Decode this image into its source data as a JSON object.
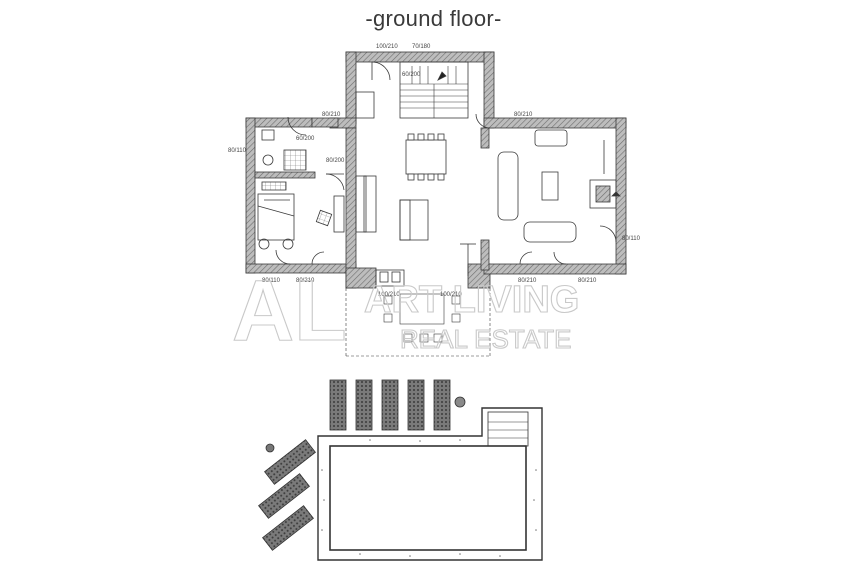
{
  "title": "-ground floor-",
  "watermark": {
    "logo_letters": "AL",
    "brand_line1": "ART LIVING",
    "brand_line2": "REAL ESTATE"
  },
  "dimensions": {
    "stair_door": "100/210",
    "stair_door_2": "70/180",
    "stair_small": "60/200",
    "hall_door_left": "80/210",
    "hall_door_right": "80/210",
    "wc_door": "60/200",
    "wc_window": "80/110",
    "bath_door": "80/200",
    "bed_window": "80/110",
    "bed_door": "80/210",
    "terrace_door_left": "100/210",
    "terrace_door_right": "100/210",
    "living_door_left": "80/210",
    "living_door_right": "80/210",
    "living_window": "80/110"
  },
  "colors": {
    "wall_fill": "#9a9a9a",
    "line": "#3a3a3a",
    "watermark": "#c9c9c9"
  }
}
